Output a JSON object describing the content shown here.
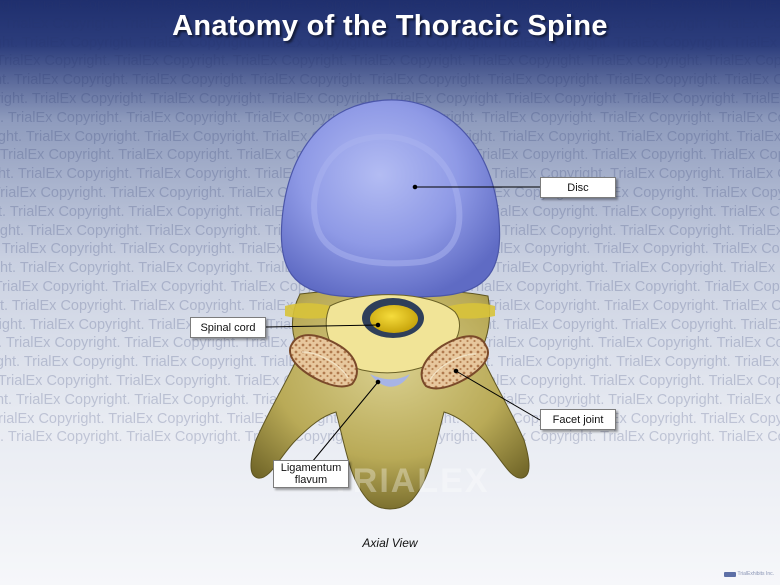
{
  "title": "Anatomy of the Thoracic Spine",
  "watermark_text": "Copyright. TrialEx Copyright. TrialEx Copyright. TrialEx Copyright. TrialEx Copyright. TrialEx Copyright. TrialEx Copyright. TrialEx Copyright. TrialEx Copyright. TrialEx",
  "brand_watermark": "TRIALEX",
  "labels": {
    "disc": "Disc",
    "spinal_cord": "Spinal cord",
    "facet_joint": "Facet joint",
    "ligamentum_flavum": "Ligamentum flavum"
  },
  "caption": "Axial View",
  "logo_text": "TrialExhibits Inc.",
  "colors": {
    "disc": "#8c98e6",
    "bone": "#c3b565",
    "cord": "#e3c21b",
    "canal": "#f1e497"
  }
}
